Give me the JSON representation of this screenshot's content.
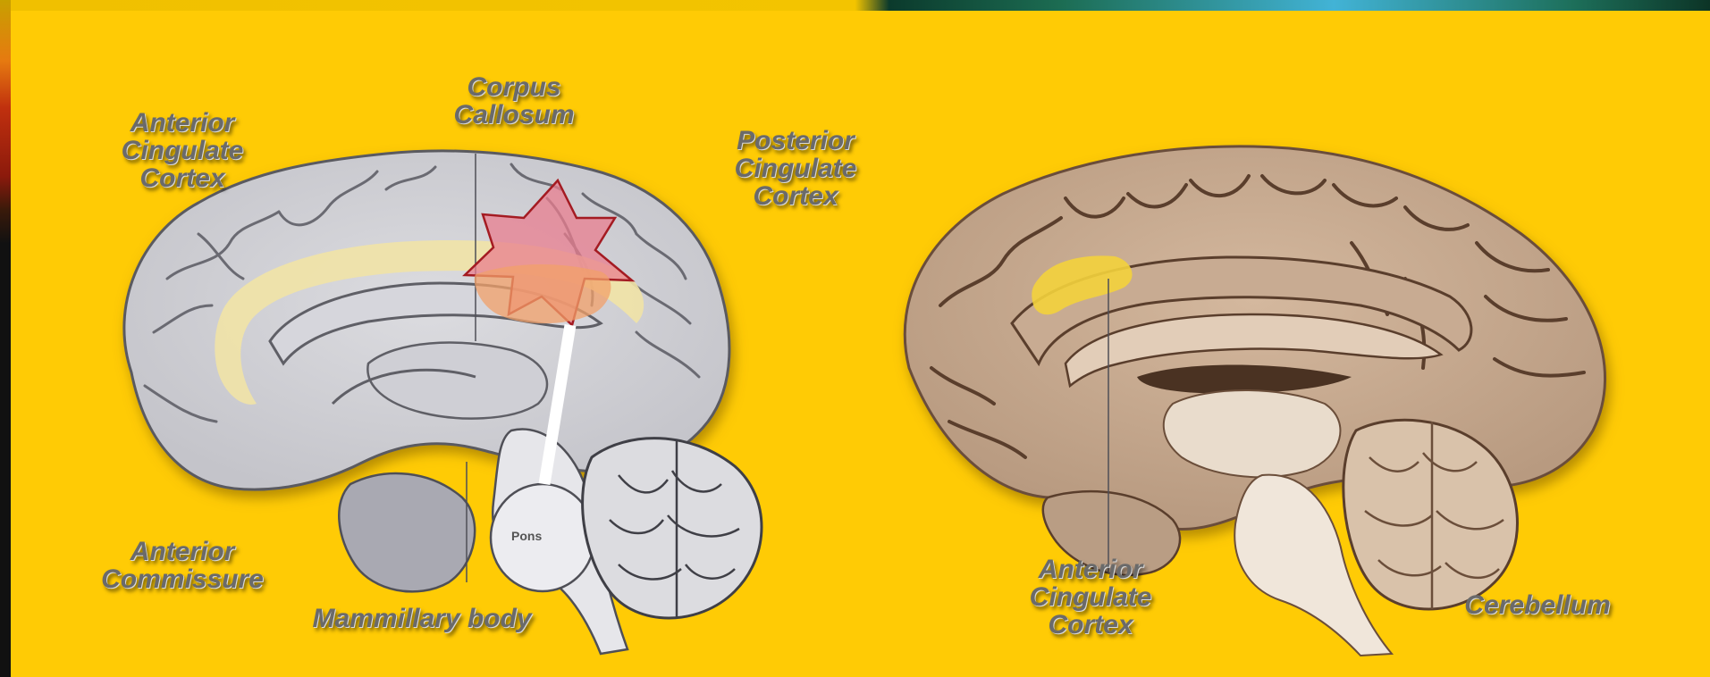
{
  "left_brain": {
    "labels": {
      "corpus_callosum": "Corpus\nCallosum",
      "anterior_cingulate_cortex": "Anterior\nCingulate\nCortex",
      "posterior_cingulate_cortex": "Posterior\nCingulate\nCortex",
      "anterior_commissure": "Anterior\nCommissure",
      "mammillary_body": "Mammillary body",
      "pons": "Pons"
    }
  },
  "right_brain": {
    "labels": {
      "anterior_cingulate_cortex": "Anterior\nCingulate\nCortex",
      "cerebellum": "Cerebellum"
    }
  },
  "colors": {
    "background": "#ffcb05",
    "label_text": "#6a6a6a",
    "star_fill": "#e87d8f",
    "star_outline": "#a41b22",
    "cingulate_highlight": "#f1e3a6",
    "acc_yellow_patch": "#f3d23c"
  }
}
